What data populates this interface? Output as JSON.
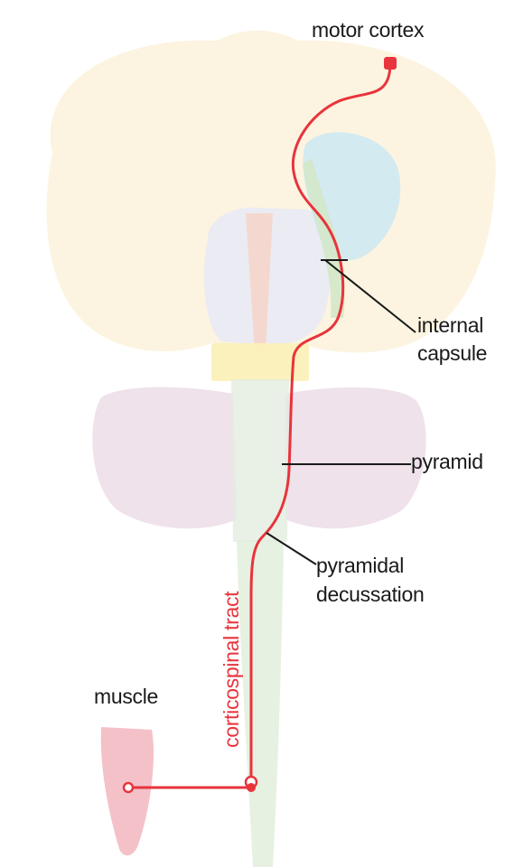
{
  "labels": {
    "motor_cortex": "motor cortex",
    "internal_capsule_line1": "internal",
    "internal_capsule_line2": "capsule",
    "pyramid": "pyramid",
    "pyramidal_decussation_line1": "pyramidal",
    "pyramidal_decussation_line2": "decussation",
    "muscle": "muscle",
    "corticospinal_tract": "corticospinal tract"
  },
  "colors": {
    "tract": "#e8343c",
    "leader_lines": "#1a1a1a",
    "cerebrum": "#fbf1d8",
    "internal_capsule_blue": "#cfe9f3",
    "internal_capsule_green": "#d3e8c8",
    "thalamus": "#e7e9f6",
    "midline": "#f6d3c6",
    "midbrain": "#fbf0b8",
    "cerebellum": "#ecdde8",
    "brainstem": "#e4ece0",
    "spinal_cord": "#e2eedc",
    "muscle": "#f2b6c0"
  }
}
